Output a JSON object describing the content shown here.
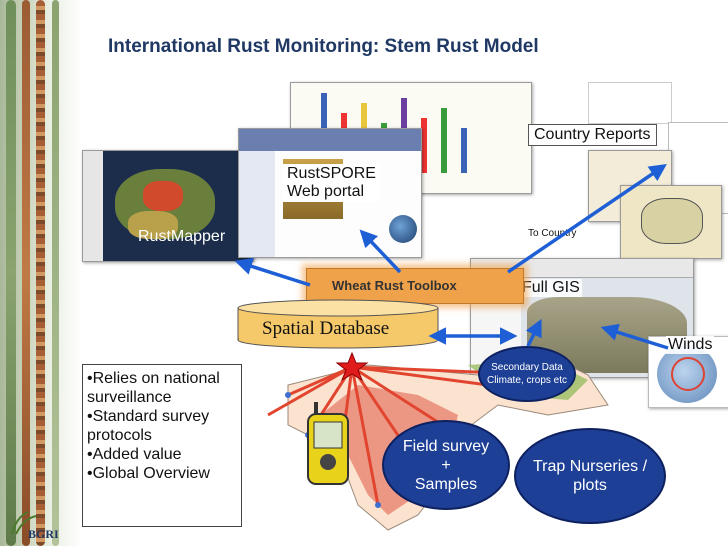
{
  "title": "International Rust Monitoring: Stem Rust Model",
  "labels": {
    "rustmapper": "RustMapper",
    "rustspore_line1": "RustSPORE",
    "rustspore_line2": "Web portal",
    "country_reports": "Country Reports",
    "to_country": "To Country",
    "wheat_rust_toolbox": "Wheat Rust Toolbox",
    "full_gis": "Full GIS",
    "spatial_database": "Spatial Database",
    "winds": "Winds",
    "secondary_data_line1": "Secondary Data",
    "secondary_data_line2": "Climate, crops etc",
    "field_survey_line1": "Field survey",
    "field_survey_line2": "+",
    "field_survey_line3": "Samples",
    "trap_nurseries_line1": "Trap Nurseries /",
    "trap_nurseries_line2": "plots"
  },
  "bullets": [
    "•Relies on national",
    " surveillance",
    "•Standard survey",
    " protocols",
    "•Added value",
    "•Global Overview"
  ],
  "logo": {
    "name": "BGRI"
  },
  "colors": {
    "title": "#1f3864",
    "arrow": "#1f5fd6",
    "ellipse_fill": "#1e3f96",
    "database_fill": "#f5c869",
    "toolbox_fill": "#f0a24a"
  }
}
